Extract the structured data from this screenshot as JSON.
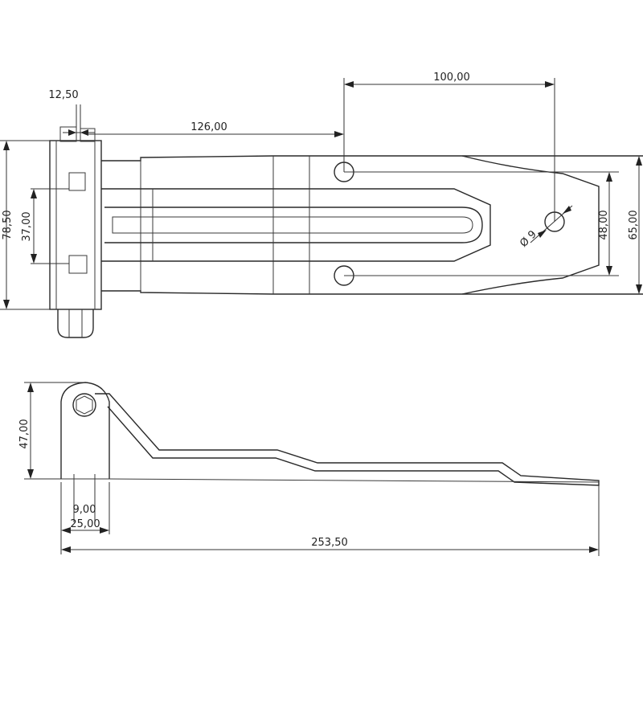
{
  "top_view": {
    "dim_hole_to_hole_top": "100,00",
    "dim_pin_width": "12,50",
    "dim_pin_to_hole": "126,00",
    "dim_overall_height": "78,50",
    "dim_inner_height": "37,00",
    "dim_hole_spacing": "48,00",
    "dim_plate_height": "65,00",
    "dim_hole_diameter": "Ø 9"
  },
  "side_view": {
    "dim_height": "47,00",
    "dim_thickness": "9,00",
    "dim_pin_offset": "25,00",
    "dim_total_length": "253,50"
  }
}
